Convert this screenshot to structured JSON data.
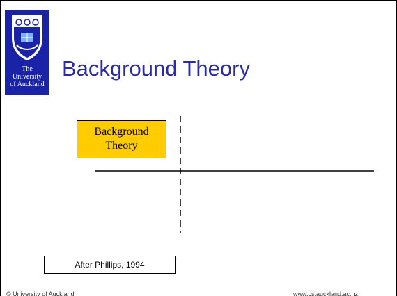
{
  "logo": {
    "line1": "The",
    "line2": "University",
    "line3": "of Auckland",
    "background_color": "#1a23a8"
  },
  "slide": {
    "title": "Background Theory",
    "title_color": "#2b2ba8"
  },
  "diagram": {
    "box_line1": "Background",
    "box_line2": "Theory",
    "box_color": "#ffcc00"
  },
  "citation": "After Phillips, 1994",
  "footer": {
    "left": "© University of Auckland",
    "right": "www.cs.auckland.ac.nz"
  }
}
